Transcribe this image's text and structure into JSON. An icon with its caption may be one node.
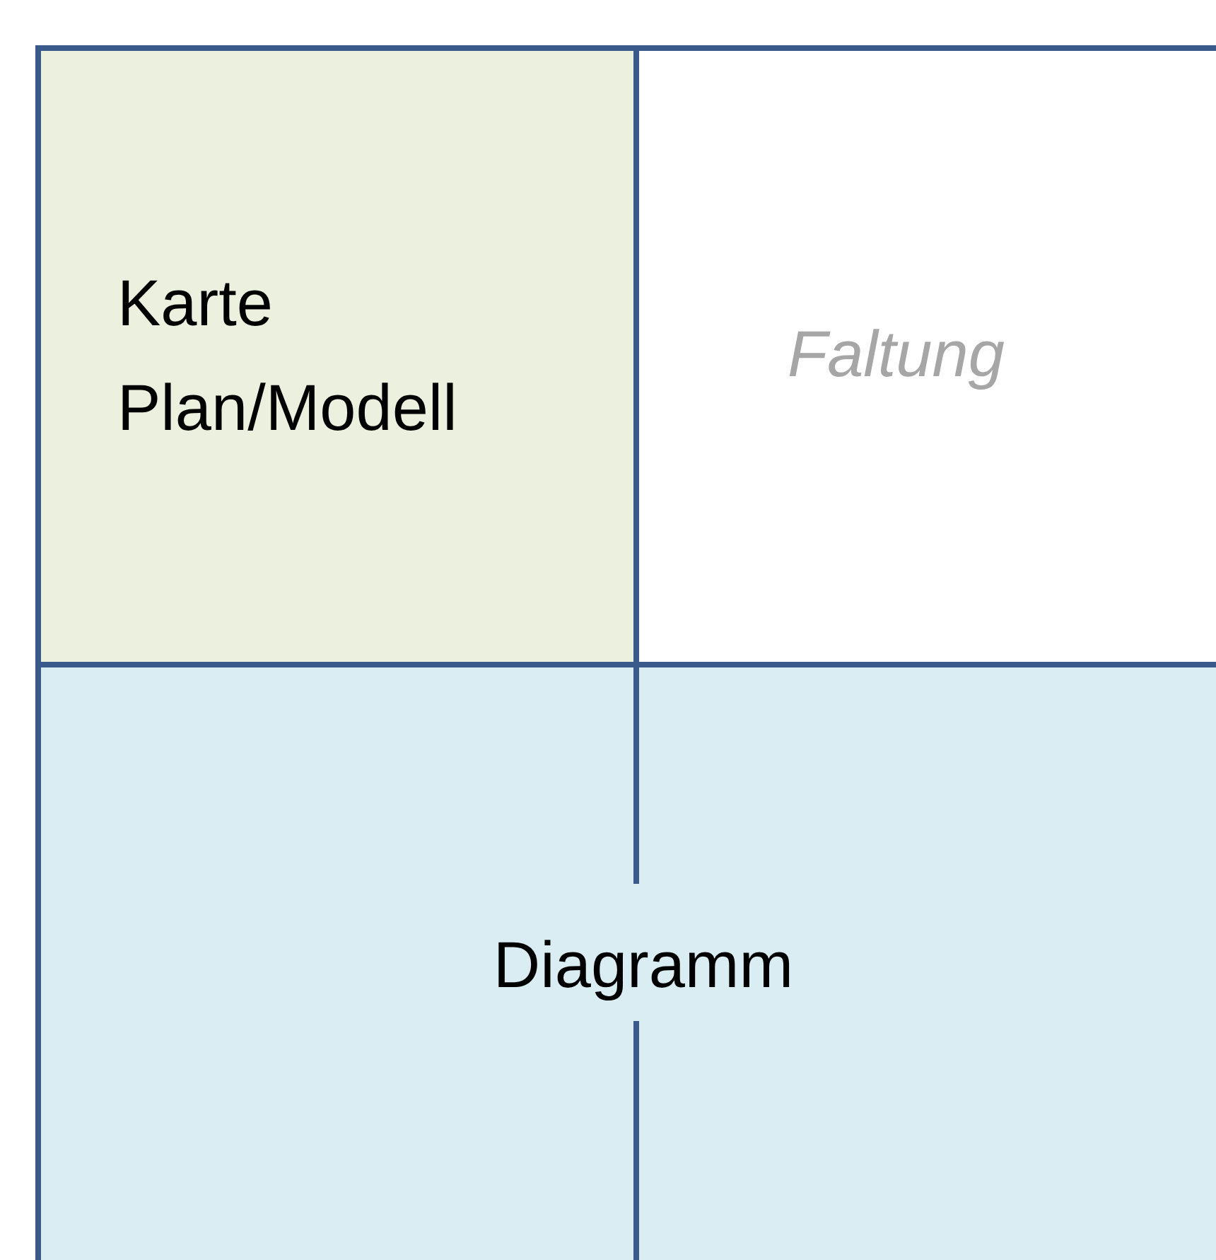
{
  "diagram": {
    "nodes": [
      {
        "text": [
          "Karte Plan/Modell"
        ]
      },
      {
        "text": [
          "Faltung"
        ]
      },
      {
        "text": [
          "Diagramm"
        ]
      }
    ]
  }
}
